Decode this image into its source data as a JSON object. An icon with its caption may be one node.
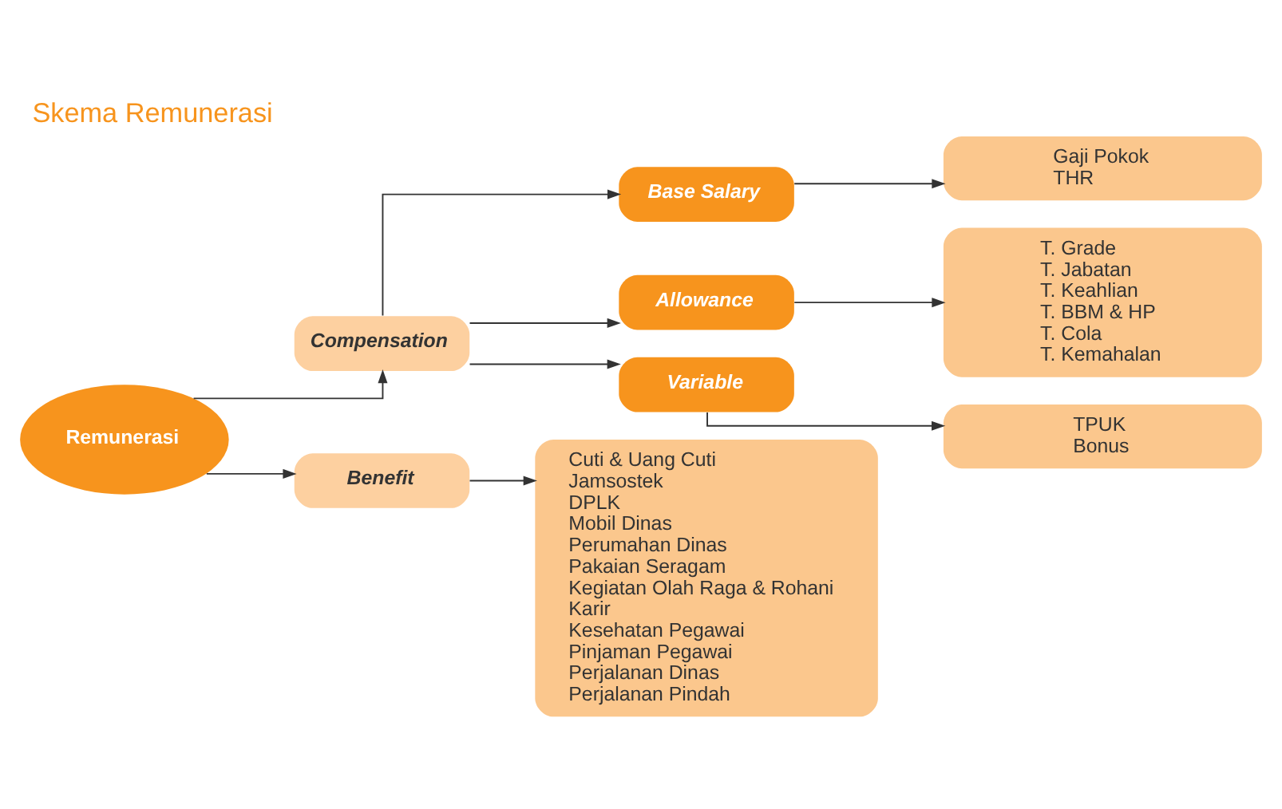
{
  "diagram": {
    "title": "Skema Remunerasi",
    "nodes": [
      {
        "text": [
          "Remunerasi"
        ]
      },
      {
        "text": [
          "Compensation"
        ]
      },
      {
        "text": [
          "Benefit"
        ]
      },
      {
        "text": [
          "Base Salary"
        ]
      },
      {
        "text": [
          "Allowance"
        ]
      },
      {
        "text": [
          "Variable"
        ]
      },
      {
        "text": [
          "Gaji Pokok",
          "THR"
        ]
      },
      {
        "text": [
          "T. Grade",
          "T. Jabatan",
          "T. Keahlian",
          "T. BBM & HP",
          "T. Cola",
          "T. Kemahalan"
        ]
      },
      {
        "text": [
          "TPUK",
          "Bonus"
        ]
      },
      {
        "text": [
          "Cuti & Uang Cuti",
          "Jamsostek",
          "DPLK",
          "Mobil Dinas",
          "Perumahan Dinas",
          "Pakaian Seragam",
          "Kegiatan Olah Raga & Rohani",
          "Karir",
          "Kesehatan Pegawai",
          "Pinjaman Pegawai",
          "Perjalanan Dinas",
          "Perjalanan Pindah"
        ]
      }
    ],
    "edges": [
      {
        "from": 0,
        "to": 1,
        "arrow": "to"
      },
      {
        "from": 0,
        "to": 2,
        "arrow": "to"
      },
      {
        "from": 1,
        "to": 3,
        "arrow": "to"
      },
      {
        "from": 1,
        "to": 4,
        "arrow": "to"
      },
      {
        "from": 1,
        "to": 5,
        "arrow": "to"
      },
      {
        "from": 3,
        "to": 6,
        "arrow": "to"
      },
      {
        "from": 4,
        "to": 7,
        "arrow": "to"
      },
      {
        "from": 5,
        "to": 8,
        "arrow": "to"
      },
      {
        "from": 2,
        "to": 9,
        "arrow": "to"
      }
    ]
  }
}
